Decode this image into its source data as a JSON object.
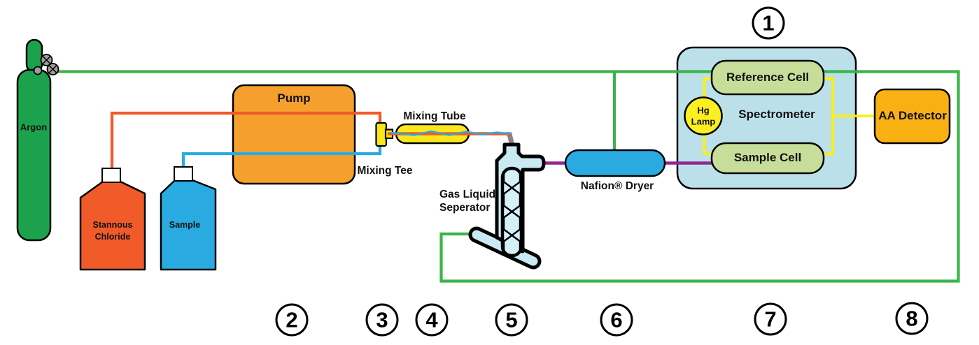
{
  "diagram": {
    "type": "process-flow-diagram",
    "components": {
      "argon_cylinder": {
        "label": "Argon"
      },
      "stannous_chloride_bottle": {
        "label": "Stannous Chloride"
      },
      "sample_bottle": {
        "label": "Sample"
      },
      "pump": {
        "label": "Pump"
      },
      "mixing_tee": {
        "label": "Mixing Tee"
      },
      "mixing_tube": {
        "label": "Mixing Tube"
      },
      "gas_liquid_separator": {
        "label": "Gas Liquid Seperator"
      },
      "nafion_dryer": {
        "label": "Nafion® Dryer"
      },
      "spectrometer": {
        "label": "Spectrometer"
      },
      "reference_cell": {
        "label": "Reference Cell"
      },
      "sample_cell": {
        "label": "Sample Cell"
      },
      "hg_lamp": {
        "label": "Hg Lamp"
      },
      "aa_detector": {
        "label": "AA Detector"
      }
    },
    "markers": [
      {
        "label": "1"
      },
      {
        "label": "2"
      },
      {
        "label": "3"
      },
      {
        "label": "4"
      },
      {
        "label": "5"
      },
      {
        "label": "6"
      },
      {
        "label": "7"
      },
      {
        "label": "8"
      }
    ],
    "colors": {
      "line_green": "#3BB54A",
      "cylinder_green": "#1CA24D",
      "orange_red": "#F15A29",
      "blue": "#29ABE2",
      "pump_orange": "#F5A02C",
      "detector_orange": "#F8B013",
      "component_yellow": "#FBE71A",
      "lamp_yellow": "#FCEE21",
      "wire_yellow": "#FFF100",
      "purple": "#92278F",
      "spectrometer_fill": "#BCE0EA",
      "separator_fill": "#C9EAF3",
      "cell_green_fill": "#C7DE9B"
    }
  }
}
